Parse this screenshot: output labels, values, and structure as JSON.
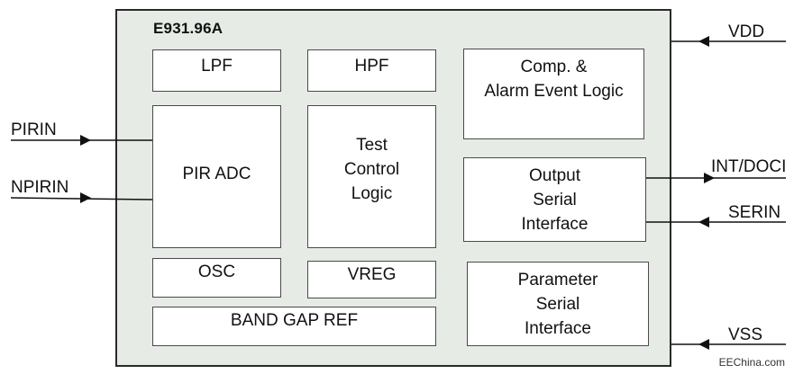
{
  "chip": {
    "title": "E931.96A"
  },
  "blocks": {
    "lpf": "LPF",
    "hpf": "HPF",
    "comp": "Comp. &\nAlarm Event Logic",
    "pir_adc": "PIR ADC",
    "test": "Test\nControl\nLogic",
    "output": "Output\nSerial\nInterface",
    "osc": "OSC",
    "vreg": "VREG",
    "parameter": "Parameter\nSerial\nInterface",
    "bandgap": "BAND GAP REF"
  },
  "pins": {
    "pirin": "PIRIN",
    "npirin": "NPIRIN",
    "vdd": "VDD",
    "int_doci": "INT/DOCI",
    "serin": "SERIN",
    "vss": "VSS"
  },
  "watermark": "EEChina.com",
  "colors": {
    "chip_fill": "#e6ebe6",
    "line": "#111111"
  }
}
